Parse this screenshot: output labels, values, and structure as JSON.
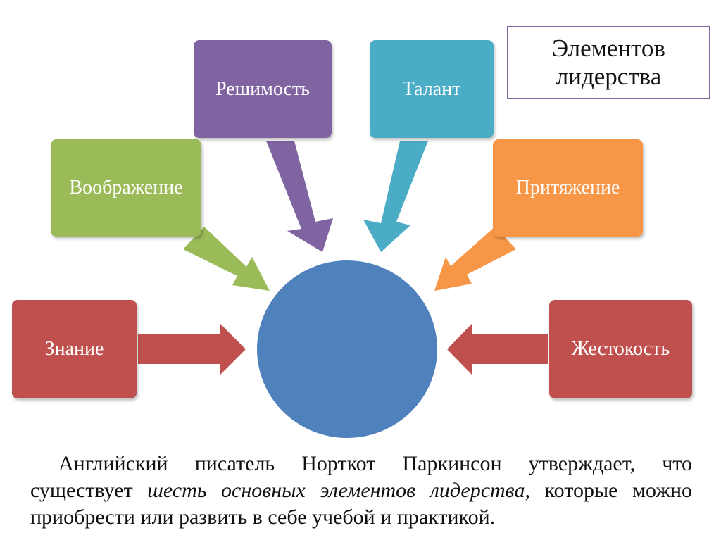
{
  "title_lines": [
    "Элементов",
    "лидерства"
  ],
  "elements": {
    "knowledge": "Знание",
    "imagination": "Воображение",
    "determination": "Решимость",
    "talent": "Талант",
    "attraction": "Притяжение",
    "cruelty": "Жестокость"
  },
  "caption": {
    "part1": "Английский писатель Норткот Паркинсон утверждает, что существует ",
    "emphasis": "шесть основных элементов лидерства",
    "part2": ", которые можно приобрести или развить в себе учебой и практикой."
  },
  "colors": {
    "red": "#c0504d",
    "green": "#9bbb59",
    "purple": "#8064a2",
    "cyan": "#4bacc6",
    "orange": "#f79646",
    "circle": "#4f81bd"
  }
}
